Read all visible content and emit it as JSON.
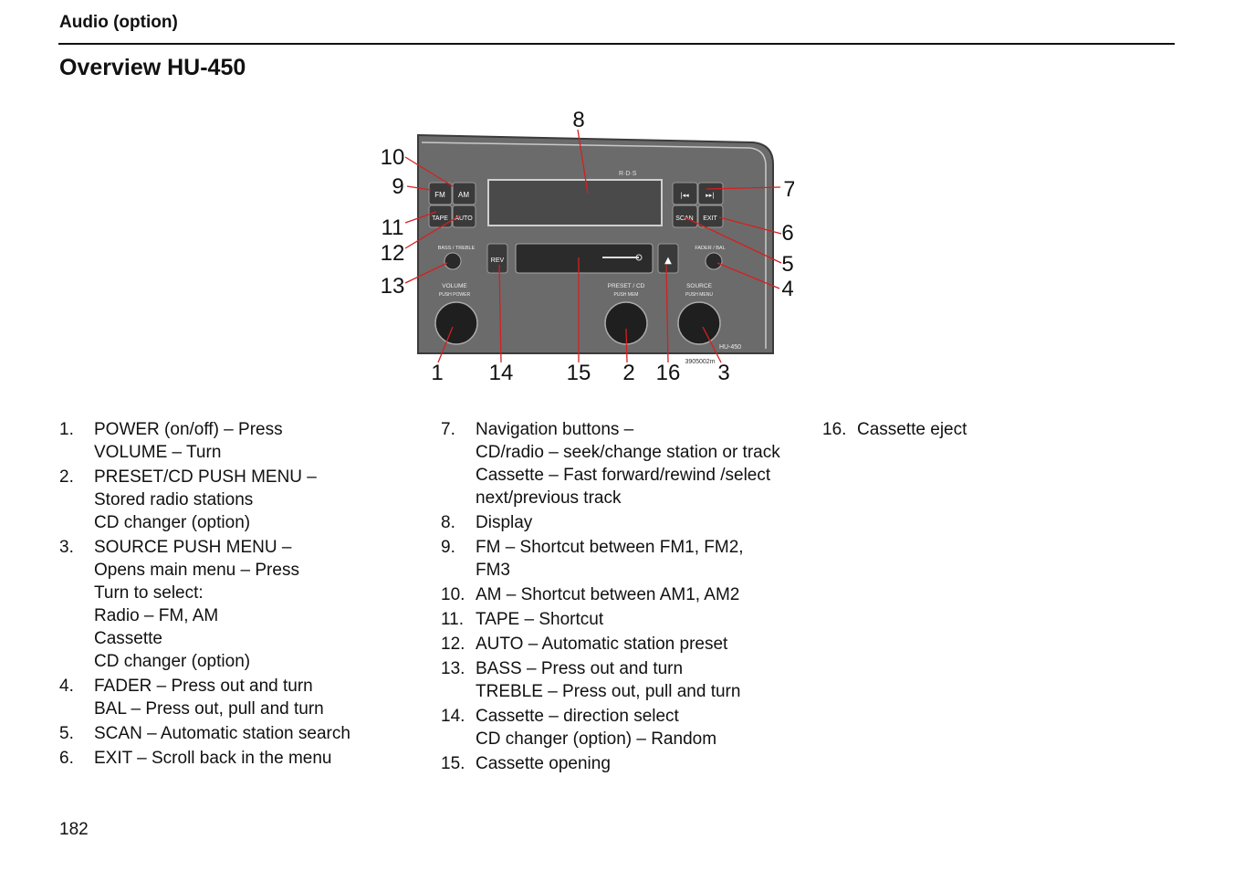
{
  "header": {
    "section": "Audio (option)",
    "title": "Overview HU-450"
  },
  "figure": {
    "buttons": {
      "fm": "FM",
      "am": "AM",
      "tape": "TAPE",
      "auto": "AUTO",
      "prev": "|◂◂",
      "next": "▸▸|",
      "scan": "SCAN",
      "exit": "EXIT",
      "rev": "REV",
      "eject": "▲"
    },
    "labels": {
      "bass_treble": "BASS / TREBLE",
      "fader_bal": "FADER / BAL",
      "volume": "VOLUME",
      "volume_sub": "PUSH POWER",
      "preset": "PRESET / CD",
      "preset_sub": "PUSH MEM",
      "source": "SOURCE",
      "source_sub": "PUSH MENU",
      "rds": "R·D·S",
      "model": "HU-450",
      "image_code": "3905002m"
    },
    "callouts": [
      "1",
      "2",
      "3",
      "4",
      "5",
      "6",
      "7",
      "8",
      "9",
      "10",
      "11",
      "12",
      "13",
      "14",
      "15",
      "16"
    ]
  },
  "items": [
    {
      "num": "1.",
      "lines": [
        "POWER (on/off) – Press",
        "VOLUME – Turn"
      ]
    },
    {
      "num": "2.",
      "lines": [
        "PRESET/CD PUSH MENU –",
        "Stored radio stations",
        "CD changer (option)"
      ]
    },
    {
      "num": "3.",
      "lines": [
        "SOURCE PUSH MENU –",
        "Opens main menu – Press",
        "Turn to select:",
        "Radio – FM, AM",
        "Cassette",
        "CD changer (option)"
      ]
    },
    {
      "num": "4.",
      "lines": [
        "FADER – Press out and turn",
        "BAL – Press out, pull and turn"
      ]
    },
    {
      "num": "5.",
      "lines": [
        "SCAN – Automatic station search"
      ]
    },
    {
      "num": "6.",
      "lines": [
        "EXIT – Scroll back in the menu"
      ]
    },
    {
      "num": "7.",
      "lines": [
        "Navigation buttons –",
        "CD/radio – seek/change station or track",
        "Cassette – Fast forward/rewind /select",
        "next/previous track"
      ]
    },
    {
      "num": "8.",
      "lines": [
        "Display"
      ]
    },
    {
      "num": "9.",
      "lines": [
        "FM – Shortcut between FM1, FM2,",
        "FM3"
      ]
    },
    {
      "num": "10.",
      "lines": [
        "AM – Shortcut between AM1, AM2"
      ]
    },
    {
      "num": "11.",
      "lines": [
        "TAPE – Shortcut"
      ]
    },
    {
      "num": "12.",
      "lines": [
        "AUTO – Automatic station preset"
      ]
    },
    {
      "num": "13.",
      "lines": [
        "BASS – Press out and turn",
        "TREBLE – Press out, pull and turn"
      ]
    },
    {
      "num": "14.",
      "lines": [
        "Cassette – direction select",
        "CD changer (option) – Random"
      ]
    },
    {
      "num": "15.",
      "lines": [
        "Cassette opening"
      ]
    },
    {
      "num": "16.",
      "lines": [
        "Cassette eject"
      ]
    }
  ],
  "footer": {
    "page_number": "182"
  }
}
